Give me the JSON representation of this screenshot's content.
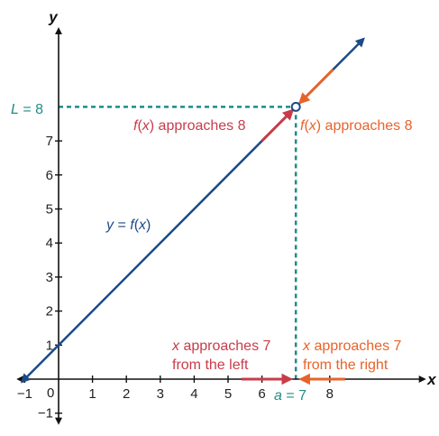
{
  "chart_data": {
    "type": "line",
    "title": "",
    "xlabel": "x",
    "ylabel": "y",
    "xlim": [
      -1.2,
      10.8
    ],
    "ylim": [
      -1.3,
      10.3
    ],
    "x_ticks": [
      -1,
      1,
      2,
      3,
      4,
      5,
      6,
      8
    ],
    "x_tick_labels": [
      "−1",
      "1",
      "2",
      "3",
      "4",
      "5",
      "6",
      "8"
    ],
    "y_ticks": [
      -1,
      1,
      2,
      3,
      4,
      5,
      6,
      7
    ],
    "y_tick_labels": [
      "−1",
      "1",
      "2",
      "3",
      "4",
      "5",
      "6",
      "7"
    ],
    "origin_label": "0",
    "grid": false,
    "series": [
      {
        "name": "y = f(x)",
        "x": [
          -1,
          9
        ],
        "y": [
          0,
          10
        ],
        "color": "#1b4b87"
      }
    ],
    "open_point": {
      "x": 7,
      "y": 8
    },
    "guide_lines": {
      "x": 7,
      "y": 8,
      "color": "#1f8c86",
      "style": "dashed"
    },
    "annotations": {
      "curve_label": {
        "pre": "y",
        "eq": " = ",
        "f": "f",
        "open": "(",
        "var": "x",
        "close": ")"
      },
      "L_label": {
        "var": "L",
        "text": " = 8"
      },
      "a_label": {
        "var": "a",
        "text": " = 7"
      },
      "fx_left": {
        "f": "f",
        "open": "(",
        "var": "x",
        "rest": ") approaches 8"
      },
      "fx_right": {
        "f": "f",
        "open": "(",
        "var": "x",
        "rest": ") approaches 8"
      },
      "x_left_line1": {
        "var": "x",
        "rest": " approaches 7"
      },
      "x_left_line2": "from the left",
      "x_right_line1": {
        "var": "x",
        "rest": " approaches 7"
      },
      "x_right_line2": "from the right"
    },
    "colors": {
      "axis": "#111111",
      "curve": "#1b4b87",
      "left_arrow": "#c83c4a",
      "right_arrow": "#e8632a",
      "teal": "#1f8c86"
    }
  }
}
